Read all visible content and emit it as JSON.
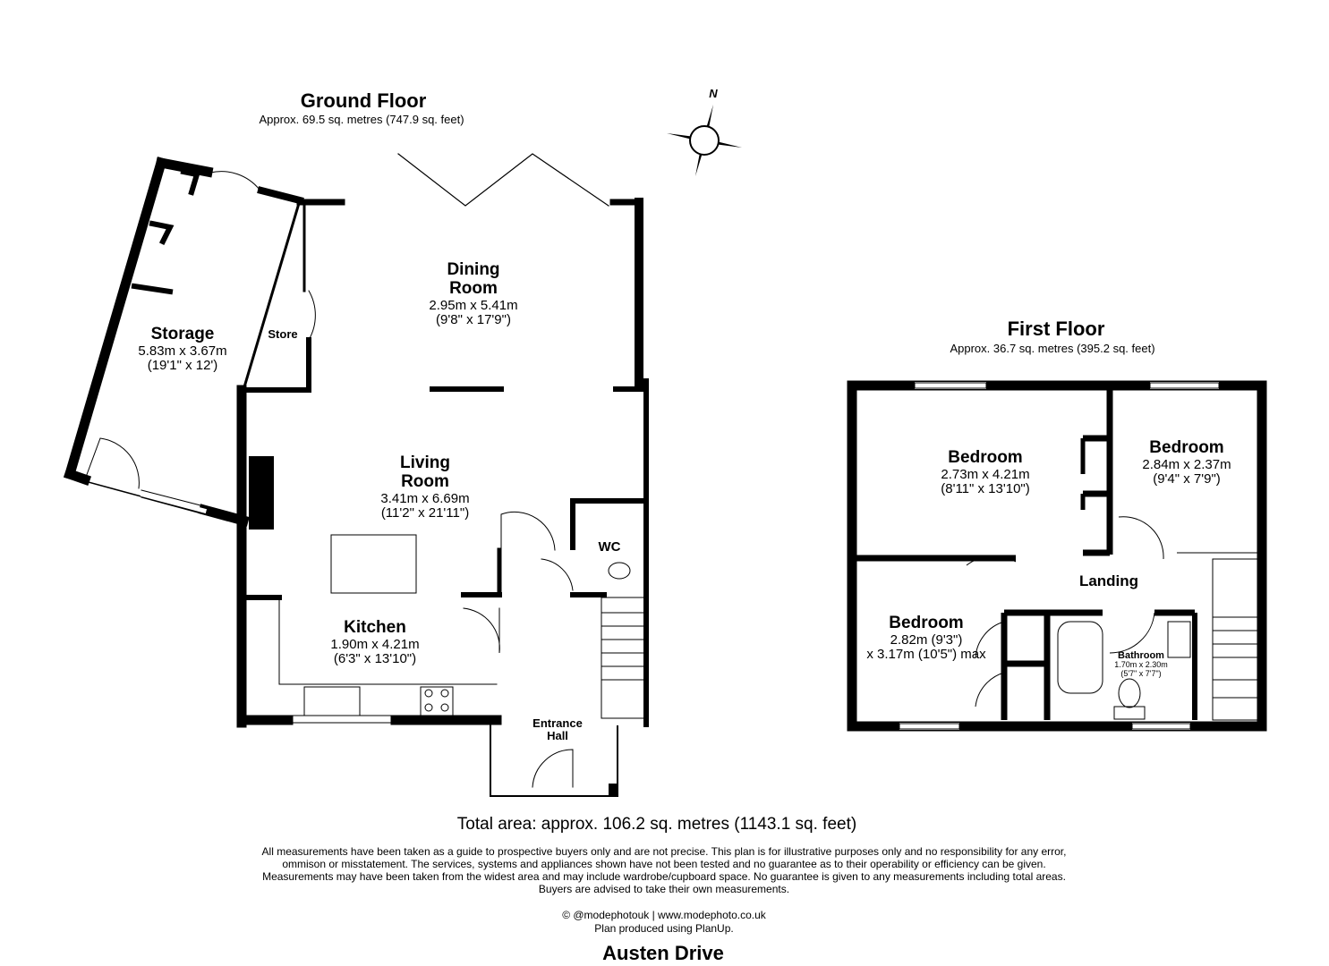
{
  "ground_floor": {
    "title": "Ground Floor",
    "area": "Approx. 69.5 sq. metres (747.9 sq. feet)",
    "rooms": {
      "dining": {
        "name1": "Dining",
        "name2": "Room",
        "dim_m": "2.95m x 5.41m",
        "dim_ft": "(9'8\" x 17'9\")"
      },
      "storage": {
        "name": "Storage",
        "dim_m": "5.83m x 3.67m",
        "dim_ft": "(19'1\" x 12')"
      },
      "store": {
        "name": "Store"
      },
      "living": {
        "name1": "Living",
        "name2": "Room",
        "dim_m": "3.41m x 6.69m",
        "dim_ft": "(11'2\" x 21'11\")"
      },
      "wc": {
        "name": "WC"
      },
      "kitchen": {
        "name": "Kitchen",
        "dim_m": "1.90m x 4.21m",
        "dim_ft": "(6'3\" x 13'10\")"
      },
      "hall": {
        "name1": "Entrance",
        "name2": "Hall"
      }
    }
  },
  "first_floor": {
    "title": "First Floor",
    "area": "Approx. 36.7 sq. metres (395.2 sq. feet)",
    "rooms": {
      "bed1": {
        "name": "Bedroom",
        "dim_m": "2.73m x 4.21m",
        "dim_ft": "(8'11\" x 13'10\")"
      },
      "bed2": {
        "name": "Bedroom",
        "dim_m": "2.84m x 2.37m",
        "dim_ft": "(9'4\" x 7'9\")"
      },
      "bed3": {
        "name": "Bedroom",
        "dim_m": "2.82m (9'3\")",
        "dim_ft": "x 3.17m (10'5\") max"
      },
      "landing": {
        "name": "Landing"
      },
      "bathroom": {
        "name": "Bathroom",
        "dim_m": "1.70m x 2.30m",
        "dim_ft": "(5'7\" x 7'7\")"
      }
    }
  },
  "compass": {
    "label": "N"
  },
  "total_area": "Total area: approx. 106.2 sq. metres (1143.1 sq. feet)",
  "disclaimer": [
    "All measurements have been taken as a guide to prospective buyers only and are not precise. This plan is for illustrative purposes only and no responsibility for any error,",
    "ommison or misstatement. The services, systems and appliances shown have not been tested and no guarantee as to their operability or efficiency can be given.",
    "Measurements may have been taken from the widest area and may include wardrobe/cupboard space. No guarantee is given to any measurements including total areas.",
    "Buyers are advised to take their own measurements."
  ],
  "credit": "© @modephotouk | www.modephoto.co.uk",
  "produced": "Plan produced using PlanUp.",
  "property_name": "Austen Drive"
}
